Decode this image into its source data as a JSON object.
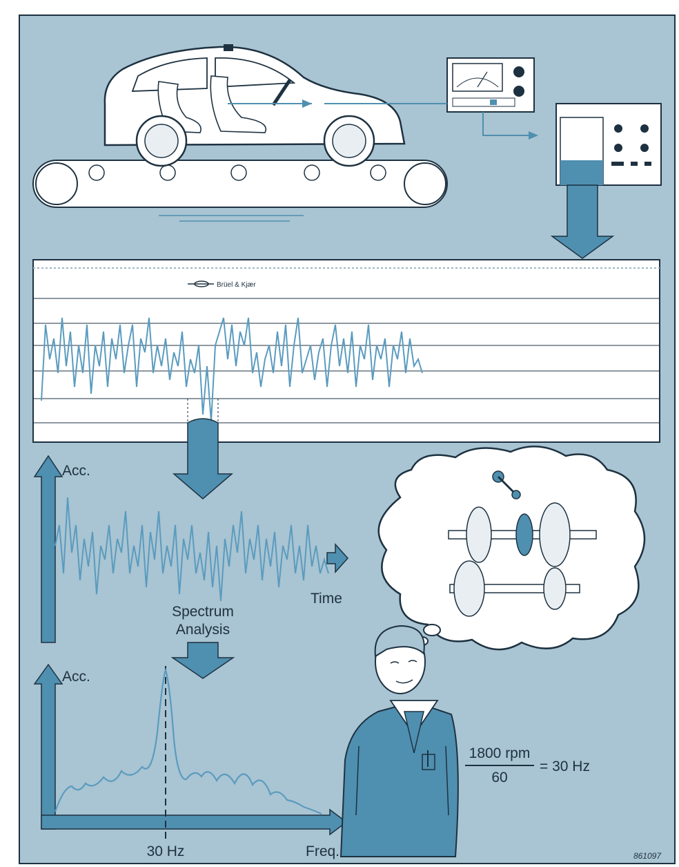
{
  "labels": {
    "recorder_brand": "Brüel & Kjær",
    "time_axis_y": "Acc.",
    "time_axis_x": "Time",
    "spectrum_caption_line1": "Spectrum",
    "spectrum_caption_line2": "Analysis",
    "freq_axis_y": "Acc.",
    "freq_axis_x": "Freq.",
    "peak_marker": "30 Hz",
    "formula_numerator": "1800 rpm",
    "formula_denominator": "60",
    "formula_result": "= 30 Hz",
    "figure_number": "861097"
  },
  "colors": {
    "panel_background": "#a9c4d2",
    "accent_blue": "#4f8fb0",
    "signal_blue": "#5a9bbf",
    "outline": "#1d3140",
    "paper": "#ffffff"
  },
  "icons": {
    "vehicle": "car-on-conveyor-icon",
    "meter": "measuring-amplifier-icon",
    "recorder": "level-recorder-icon",
    "thought": "gearbox-thought-bubble-icon",
    "engineer": "engineer-figure-icon"
  }
}
